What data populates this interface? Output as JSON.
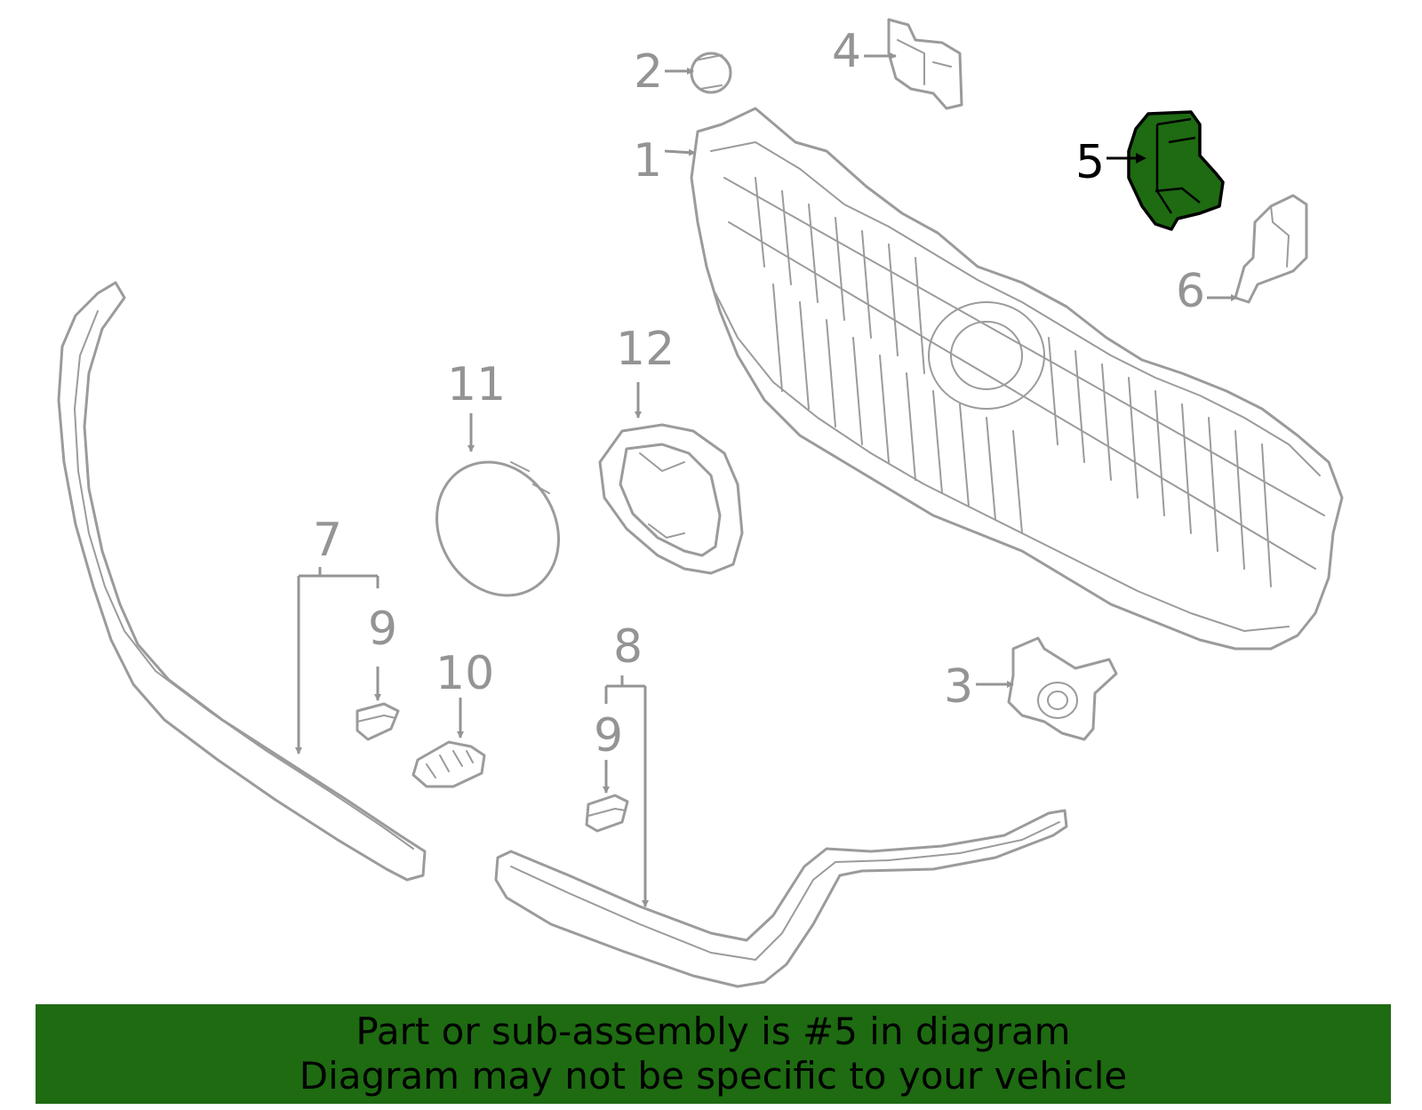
{
  "diagram": {
    "highlight_color": "#1e6b12",
    "line_color": "#9b9b9b",
    "callouts": {
      "c1": "1",
      "c2": "2",
      "c3": "3",
      "c4": "4",
      "c5": "5",
      "c6": "6",
      "c7": "7",
      "c8": "8",
      "c9a": "9",
      "c9b": "9",
      "c10": "10",
      "c11": "11",
      "c12": "12"
    },
    "highlighted_part": "5"
  },
  "banner": {
    "background": "#1e6b12",
    "line1": "Part or sub-assembly is #5 in diagram",
    "line2": "Diagram may not be specific to your vehicle"
  }
}
